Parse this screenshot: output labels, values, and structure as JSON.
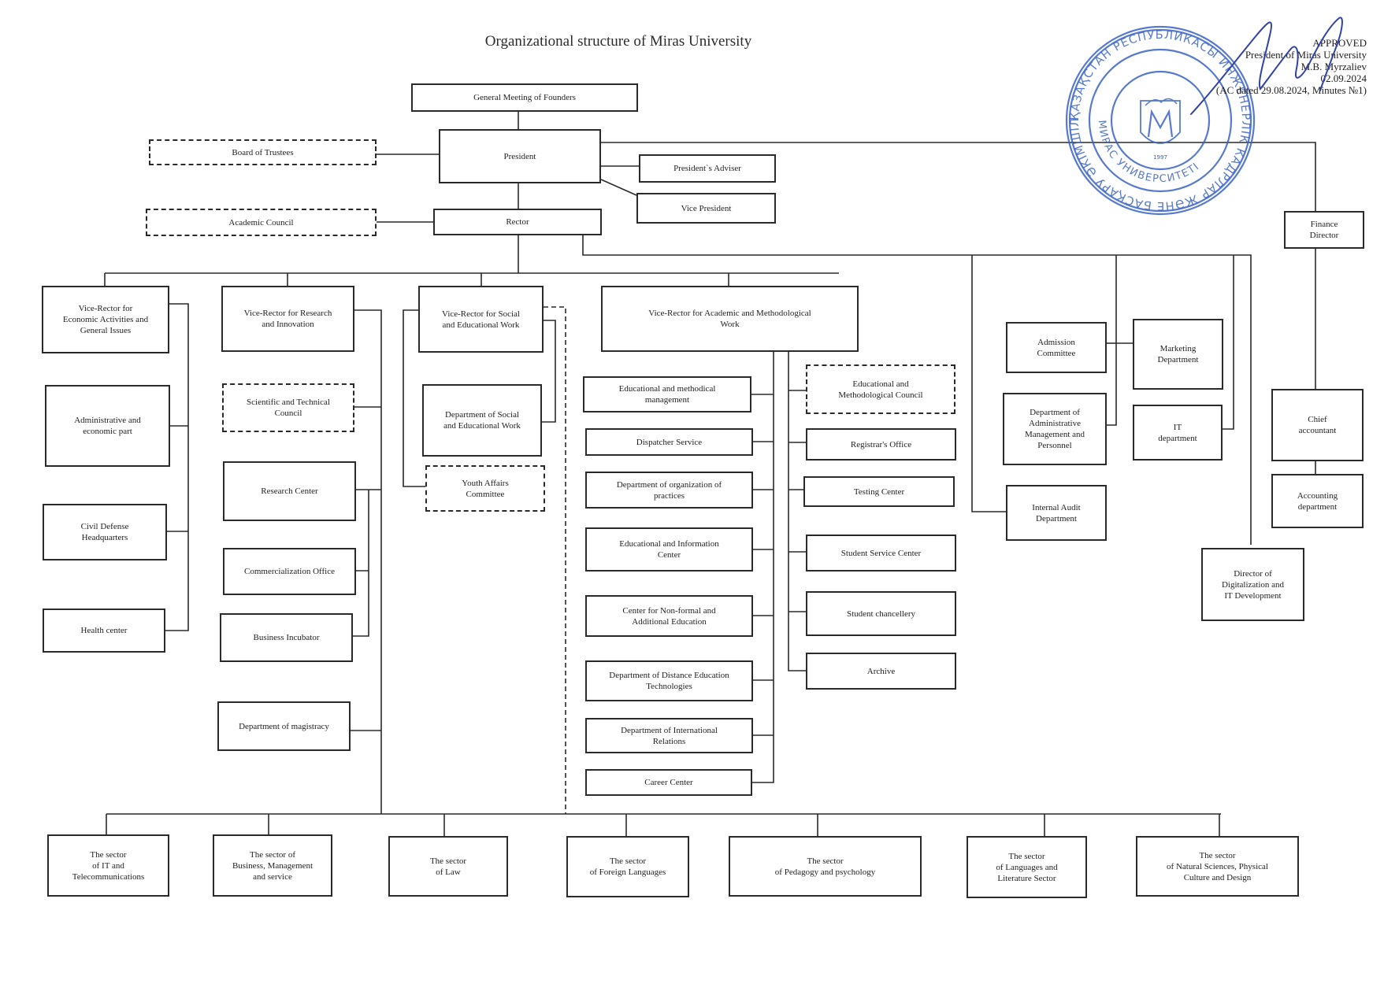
{
  "title": "Organizational structure of Miras University",
  "approval": {
    "approved": "APPROVED",
    "line1": "President  of  Miras University",
    "line2": "M.B. Myrzaliev",
    "date": "02.09.2024",
    "line3": "(AC dated 29.08.2024, Minutes №1)"
  },
  "stamp": {
    "outer_text": "ҚАЗАҚСТАН РЕСПУБЛИКАСЫ ИНЖЕНЕРЛІК КАДРЛАР ЖӘНЕ БАСҚАРУ ӘКІМШІЛІК БӨЛІМІ",
    "inner_text": "МИРАС УНИВЕРСИТЕТІ",
    "year": "1997",
    "color": "#3a63c8"
  },
  "colors": {
    "line": "#2a2a2a",
    "stamp": "#3a63c8",
    "signature": "#2f43a8"
  },
  "top": {
    "general_meeting": "General Meeting of Founders",
    "board": "Board of Trustees",
    "president": "President",
    "adviser": "President`s Adviser",
    "vice_president": "Vice President",
    "academic_council": "Academic Council",
    "rector": "Rector",
    "finance_director": "Finance\nDirector"
  },
  "col1": {
    "vr": "Vice-Rector for\nEconomic Activities and\nGeneral Issues",
    "admin": "Administrative and\neconomic part",
    "civil": "Civil Defense\nHeadquarters",
    "health": "Health center"
  },
  "col2": {
    "vr": "Vice-Rector for Research\nand Innovation",
    "stc": "Scientific and Technical\nCouncil",
    "research": "Research Center",
    "commerce": "Commercialization Office",
    "incubator": "Business Incubator",
    "magistracy": "Department of magistracy"
  },
  "col3": {
    "vr": "Vice-Rector for Social\nand Educational Work",
    "dept": "Department of Social\nand Educational Work",
    "youth": "Youth Affairs\nCommittee"
  },
  "col4": {
    "vr": "Vice-Rector for Academic and Methodological\nWork",
    "edu_mgmt": "Educational and methodical\nmanagement",
    "dispatcher": "Dispatcher Service",
    "practices": "Department of organization of\npractices",
    "info_center": "Educational and Information\nCenter",
    "nonformal": "Center for Non-formal and\nAdditional Education",
    "distance": "Department of Distance Education\nTechnologies",
    "intl": "Department of International\nRelations",
    "career": "Career Center",
    "emc": "Educational and\nMethodological Council",
    "registrar": "Registrar's Office",
    "testing": "Testing Center",
    "ssc": "Student Service Center",
    "chancellery": "Student chancellery",
    "archive": "Archive"
  },
  "right": {
    "admission": "Admission\nCommittee",
    "dept_admin": "Department of\nAdministrative\nManagement and\nPersonnel",
    "audit": "Internal Audit\nDepartment",
    "marketing": "Marketing\nDepartment",
    "it": "IT\ndepartment",
    "digital": "Director of\nDigitalization and\nIT Development",
    "chief_acc": "Chief\naccountant",
    "accounting": "Accounting\ndepartment"
  },
  "sectors": [
    "The sector\nof IT and\nTelecommunications",
    "The sector of\nBusiness, Management\nand service",
    "The sector\nof Law",
    "The sector\nof Foreign Languages",
    "The sector\nof Pedagogy and psychology",
    "The sector\nof Languages and\nLiterature Sector",
    "The sector\nof  Natural Sciences, Physical\nCulture and Design"
  ]
}
